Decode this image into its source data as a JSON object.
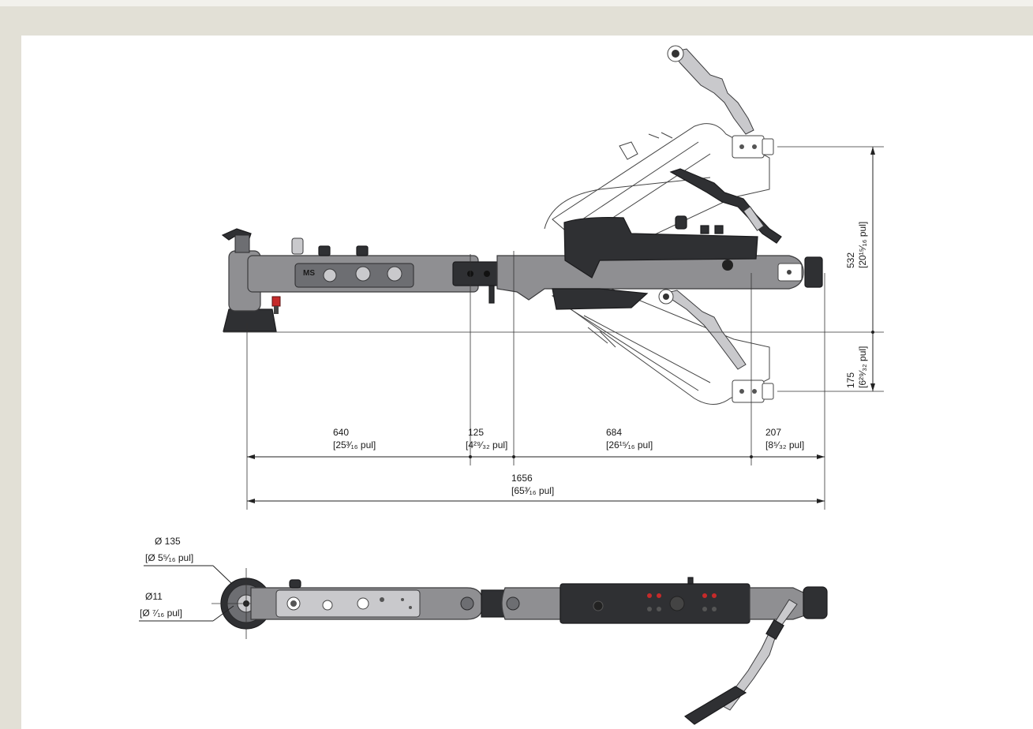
{
  "dimensions": {
    "d640": {
      "value": "640",
      "imperial": "[25³⁄₁₆  pul]"
    },
    "d125": {
      "value": "125",
      "imperial": "[4²⁹⁄₃₂  pul]"
    },
    "d684": {
      "value": "684",
      "imperial": "[26¹⁵⁄₁₆  pul]"
    },
    "d207": {
      "value": "207",
      "imperial": "[8⁵⁄₃₂  pul]"
    },
    "d1656": {
      "value": "1656",
      "imperial": "[65³⁄₁₆  pul]"
    },
    "d532": {
      "value": "532",
      "imperial": "[20¹⁵⁄₁₆  pul]"
    },
    "d175": {
      "value": "175",
      "imperial": "[6²⁹⁄₃₂  pul]"
    },
    "dia135": {
      "value": "Ø 135",
      "imperial": "[Ø 5⁵⁄₁₆  pul]"
    },
    "dia11": {
      "value": "Ø11",
      "imperial": "[Ø ⁷⁄₁₆  pul]"
    }
  },
  "labels": {
    "logo": "MS"
  },
  "colors": {
    "background": "#e2e0d6",
    "sheet": "#ffffff",
    "body": "#8f8f92",
    "dark": "#2f3033"
  }
}
